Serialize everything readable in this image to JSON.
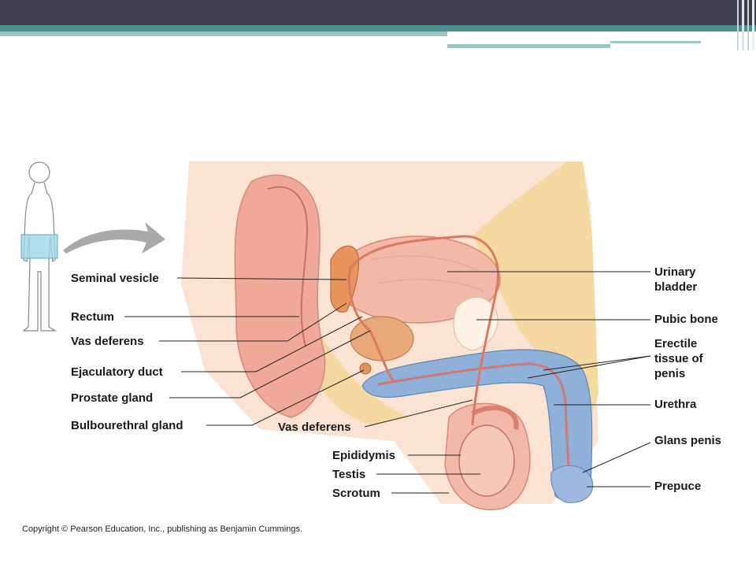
{
  "labels": {
    "seminal_vesicle": "Seminal vesicle",
    "rectum": "Rectum",
    "vas_deferens_left": "Vas deferens",
    "ejaculatory_duct": "Ejaculatory duct",
    "prostate_gland": "Prostate gland",
    "bulbourethral_gland": "Bulbourethral gland",
    "vas_deferens_center": "Vas deferens",
    "epididymis": "Epididymis",
    "testis": "Testis",
    "scrotum": "Scrotum",
    "urinary_bladder_1": "Urinary",
    "urinary_bladder_2": "bladder",
    "pubic_bone": "Pubic bone",
    "erectile_1": "Erectile",
    "erectile_2": "tissue of",
    "erectile_3": "penis",
    "urethra": "Urethra",
    "glans_penis": "Glans penis",
    "prepuce": "Prepuce"
  },
  "copyright": "Copyright © Pearson Education, Inc., publishing as Benjamin Cummings.",
  "colors": {
    "header": "#3f3f4f",
    "accent_teal": "#4d8f8f",
    "accent_light": "#9ec5c5",
    "tissue_pink": "#f2b8a8",
    "erectile_blue": "#8fb0d8",
    "fat_yellow": "#f5d9a0"
  }
}
